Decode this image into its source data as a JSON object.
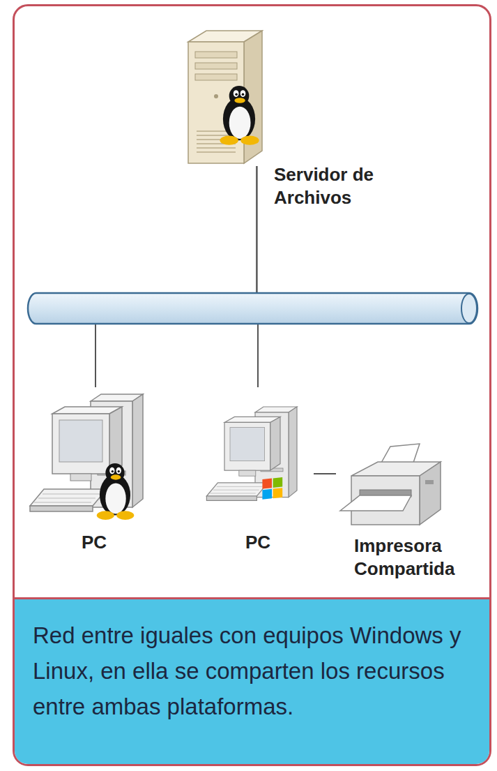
{
  "diagram": {
    "caption": "Red entre iguales con equipos Windows y Linux, en ella se comparten los recursos entre ambas plataformas.",
    "nodes": [
      {
        "text": [
          "Servidor de Archivos"
        ]
      },
      {
        "text": [
          "PC"
        ]
      },
      {
        "text": [
          "PC"
        ]
      },
      {
        "text": [
          "Impresora Compartida"
        ]
      }
    ],
    "edges": [
      {
        "from": 0,
        "to": 1,
        "arrow": "none"
      },
      {
        "from": 0,
        "to": 2,
        "arrow": "none"
      },
      {
        "from": 2,
        "to": 3,
        "arrow": "none"
      }
    ]
  }
}
